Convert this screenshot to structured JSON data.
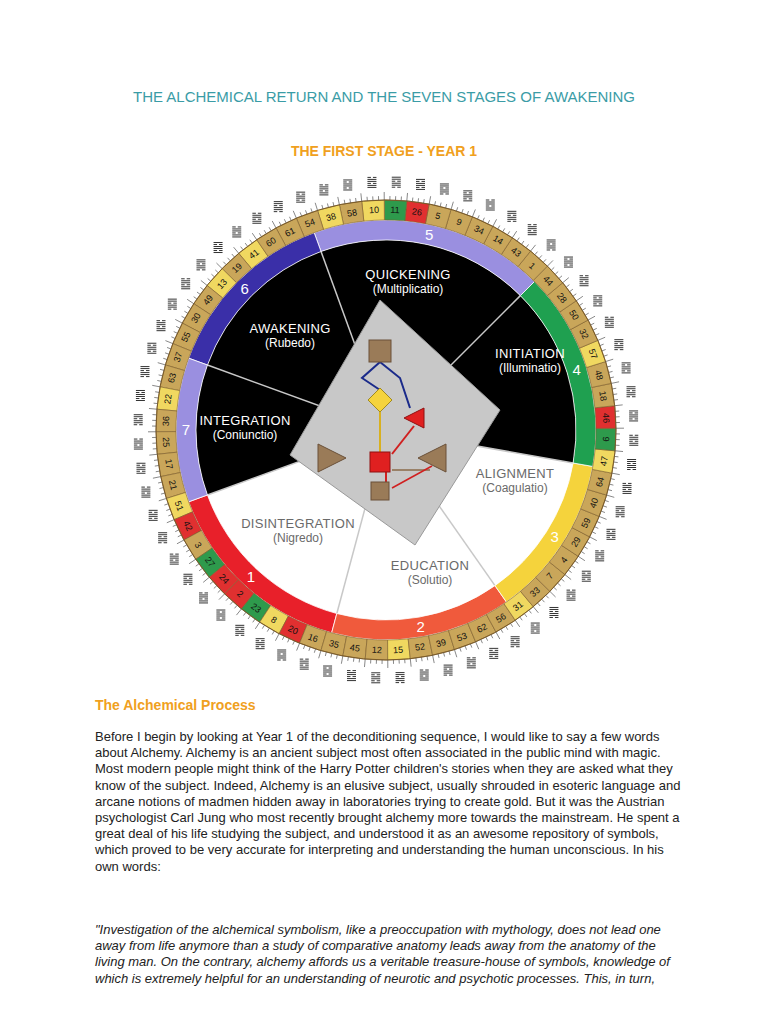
{
  "diagram": {
    "title": "THE ALCHEMICAL RETURN AND THE SEVEN STAGES OF AWAKENING",
    "nodes": [
      {
        "text": [
          "QUICKENING",
          "(Multiplicatio)"
        ]
      },
      {
        "text": [
          "AWAKENING",
          "(Rubedo)"
        ]
      },
      {
        "text": [
          "INITIATION",
          "(Illuminatio)"
        ]
      },
      {
        "text": [
          "INTEGRATION",
          "(Coniunctio)"
        ]
      },
      {
        "text": [
          "ALIGNMENT",
          "(Coagulatio)"
        ]
      },
      {
        "text": [
          "DISINTEGRATION",
          "(Nigredo)"
        ]
      },
      {
        "text": [
          "EDUCATION",
          "(Solutio)"
        ]
      }
    ],
    "labels": [
      "THE FIRST STAGE - YEAR 1",
      "41",
      "19",
      "13",
      "49",
      "30",
      "55",
      "37",
      "63",
      "22",
      "36",
      "25",
      "17",
      "21",
      "51",
      "42",
      "3",
      "27",
      "24",
      "2",
      "23",
      "8",
      "20",
      "16",
      "35",
      "45",
      "12",
      "15",
      "52",
      "39",
      "53",
      "62",
      "56",
      "31",
      "33",
      "7",
      "4",
      "29",
      "59",
      "40",
      "64",
      "47",
      "6",
      "46",
      "18",
      "48",
      "57",
      "32",
      "50",
      "28",
      "44",
      "1",
      "43",
      "14",
      "34",
      "9",
      "5",
      "26",
      "11",
      "10",
      "58",
      "38",
      "54",
      "61",
      "60",
      "1",
      "2",
      "3",
      "4",
      "5",
      "6",
      "7",
      "The Alchemical Process",
      "Before I begin by looking at Year 1 of the deconditioning sequence, I would like to say a few words about Alchemy. Alchemy is an ancient subject most often associated in the public mind with magic. Most modern people might think of the Harry Potter children's stories when they are asked what they know of the subject. Indeed, Alchemy is an elusive subject, usually shrouded in esoteric language and arcane notions of madmen hidden away in laboratories trying to create gold. But it was the Austrian psychologist Carl Jung who most recently brought alchemy more towards the mainstream. He spent a great deal of his life studying the subject, and understood it as an awesome repository of symbols, which proved to be very accurate for interpreting and understanding the human unconscious. In his own words:",
      "\"Investigation of the alchemical symbolism, like a preoccupation with mythology, does not lead one away from life anymore than a study of comparative anatomy leads away from the anatomy of the living man. On the contrary, alchemy affords us a veritable treasure-house of symbols, knowledge of which is extremely helpful for an understanding of neurotic and psychotic processes. This, in turn,"
    ]
  }
}
